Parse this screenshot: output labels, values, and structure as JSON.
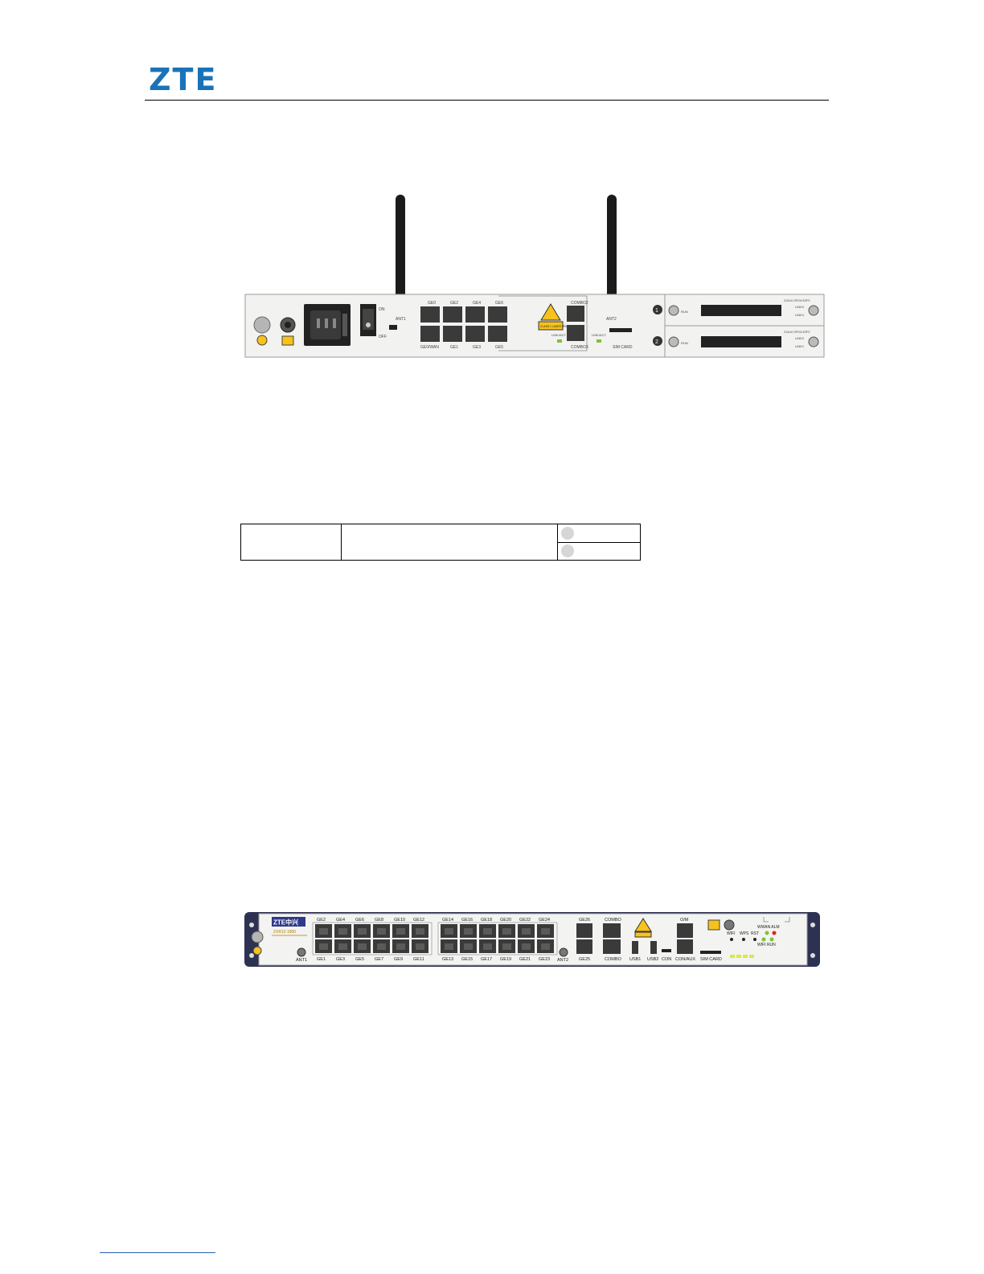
{
  "header": {
    "logo_text": "ZTE"
  },
  "figure1": {
    "antenna_labels": [
      "ANT1",
      "ANT2"
    ],
    "switch_labels": {
      "on": "ON",
      "off": "OFF"
    },
    "port_labels_top": [
      "GE0",
      "GE2",
      "GE4",
      "GE6"
    ],
    "port_labels_bottom": [
      "GE0/WAN",
      "GE1",
      "GE3",
      "GE5"
    ],
    "laser_label": "CLASS 1 LASER PRODUCT",
    "combo_labels": [
      "COMBO2",
      "COMBO3"
    ],
    "link_act_labels": [
      "LINK/ACT",
      "LINK/ACT"
    ],
    "sim_label": "SIM CARD",
    "slot_numbers": [
      "1",
      "2"
    ],
    "slot_titles": [
      "ZXA10 GPON EZP2",
      "ZXA10 GPON EZP2"
    ],
    "run_label": "RUN",
    "link_labels": [
      "LINK2",
      "LINK1"
    ]
  },
  "table": {
    "rows": 2
  },
  "figure2": {
    "brand_text": "ZTE中兴",
    "model_text": "ZXR10 1800",
    "ports_top_g1": [
      "GE2",
      "GE4",
      "GE6",
      "GE8",
      "GE10",
      "GE12"
    ],
    "ports_bottom_g1": [
      "GE1",
      "GE3",
      "GE5",
      "GE7",
      "GE9",
      "GE11"
    ],
    "ports_top_g2": [
      "GE14",
      "GE16",
      "GE18",
      "GE20",
      "GE22",
      "GE24"
    ],
    "ports_bottom_g2": [
      "GE13",
      "GE15",
      "GE17",
      "GE19",
      "GE21",
      "GE23"
    ],
    "ant1": "ANT1",
    "ant2": "ANT2",
    "ge26": "GE26",
    "ge25": "GE25",
    "combo_top": "COMBO",
    "combo_bottom": "COMBO",
    "usb1": "USB1",
    "usb2": "USB2",
    "con": "CON",
    "oam": "O/M",
    "conaux": "CON/AUX",
    "simcard": "SIM CARD",
    "wifi_btn": "WIFI",
    "wps_btn": "WPS",
    "rst_btn": "RST",
    "wwan_alm": "WWAN ALM",
    "wifi_run": "WIFI  RUN"
  },
  "colors": {
    "logo": "#1a73b8",
    "panel_dark": "#2e3252",
    "led_green": "#7ec23a",
    "laser_yellow": "#f6c21c"
  }
}
